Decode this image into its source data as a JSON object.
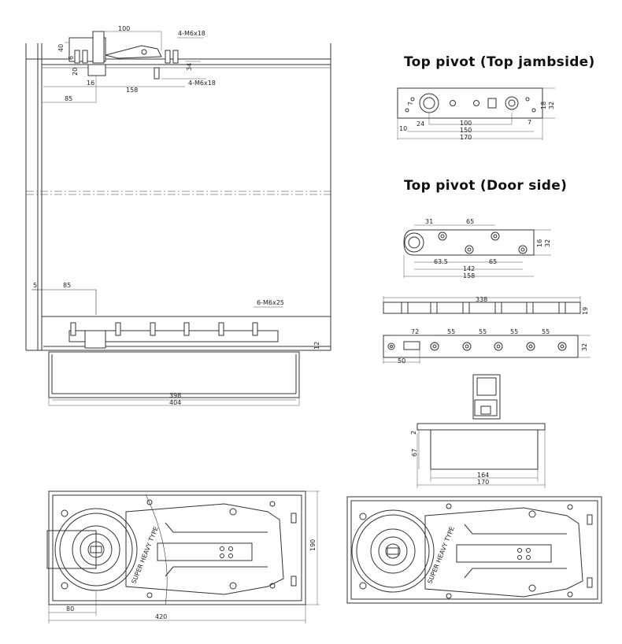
{
  "titles": {
    "top_jambside": "Top pivot (Top jambside)",
    "top_door": "Top pivot (Door side)"
  },
  "dims": {
    "d100": "100",
    "d4m6a": "4-M6x18",
    "d40": "40",
    "d6": "6",
    "d20": "20",
    "d16": "16",
    "d158": "158",
    "d4m6b": "4-M6x18",
    "d34": "34",
    "d85": "85",
    "d5": "5",
    "d85b": "85",
    "d6m25": "6-M6x25",
    "d12": "12",
    "d398": "398",
    "d404": "404",
    "j24": "24",
    "j100": "100",
    "j150": "150",
    "j170": "170",
    "j10": "10",
    "j7a": "7",
    "j7b": "7",
    "j18": "18",
    "j32": "32",
    "p31": "31",
    "p65a": "65",
    "p63": "63.5",
    "p65b": "65",
    "p142": "142",
    "p158": "158",
    "p16": "16",
    "p32": "32",
    "s338": "338",
    "s19": "19",
    "s72": "72",
    "s55a": "55",
    "s55b": "55",
    "s55c": "55",
    "s55d": "55",
    "s50": "50",
    "s32": "32",
    "b2": "2",
    "b67": "67",
    "b164": "164",
    "b170": "170",
    "f190": "190",
    "f80": "80",
    "f420": "420",
    "label": "SUPER HEAVY TYPE"
  }
}
